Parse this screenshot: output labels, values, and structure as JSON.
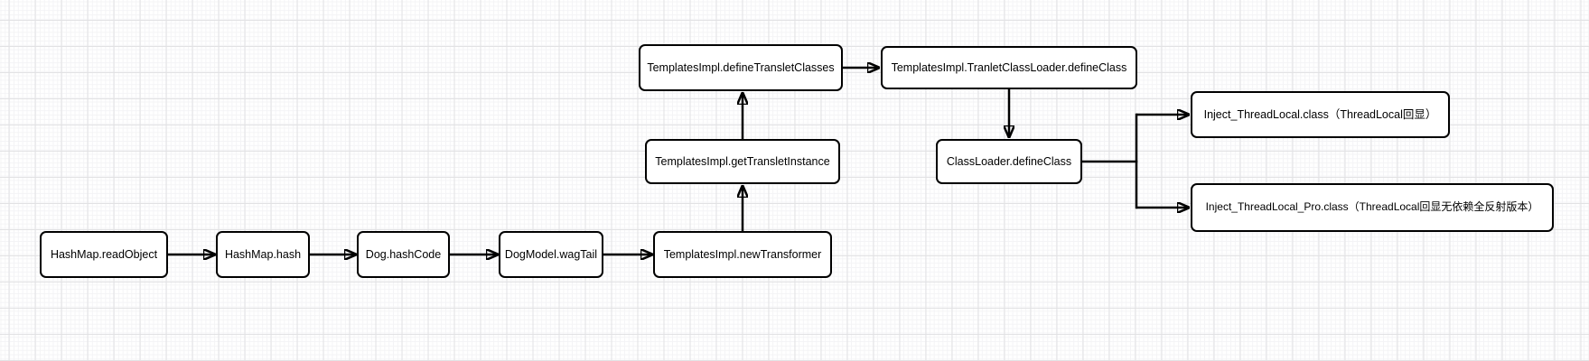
{
  "diagram": {
    "colors": {
      "canvas_bg": "#ffffff",
      "grid_minor": "#f4f4f6",
      "grid_major": "#e2e2e4",
      "node_fill": "#ffffff",
      "node_stroke": "#000000",
      "edge_stroke": "#000000",
      "text": "#000000"
    },
    "nodes": [
      {
        "id": "hashmap-readobject",
        "label": "HashMap.readObject"
      },
      {
        "id": "hashmap-hash",
        "label": "HashMap.hash"
      },
      {
        "id": "dog-hashcode",
        "label": "Dog.hashCode"
      },
      {
        "id": "dogmodel-wagtail",
        "label": "DogModel.wagTail"
      },
      {
        "id": "templatesimpl-newtransformer",
        "label": "TemplatesImpl.newTransformer"
      },
      {
        "id": "templatesimpl-gettransletinstance",
        "label": "TemplatesImpl.getTransletInstance"
      },
      {
        "id": "templatesimpl-definetransletclasses",
        "label": "TemplatesImpl.defineTransletClasses"
      },
      {
        "id": "templatesimpl-tranletclassloader-defineclass",
        "label": "TemplatesImpl.TranletClassLoader.defineClass"
      },
      {
        "id": "classloader-defineclass",
        "label": "ClassLoader.defineClass"
      },
      {
        "id": "inject-threadlocal",
        "label": "Inject_ThreadLocal.class（ThreadLocal回显）"
      },
      {
        "id": "inject-threadlocal-pro",
        "label": "Inject_ThreadLocal_Pro.class（ThreadLocal回显无依赖全反射版本）"
      }
    ],
    "edges": [
      {
        "from": "hashmap-readobject",
        "to": "hashmap-hash"
      },
      {
        "from": "hashmap-hash",
        "to": "dog-hashcode"
      },
      {
        "from": "dog-hashcode",
        "to": "dogmodel-wagtail"
      },
      {
        "from": "dogmodel-wagtail",
        "to": "templatesimpl-newtransformer"
      },
      {
        "from": "templatesimpl-newtransformer",
        "to": "templatesimpl-gettransletinstance"
      },
      {
        "from": "templatesimpl-gettransletinstance",
        "to": "templatesimpl-definetransletclasses"
      },
      {
        "from": "templatesimpl-definetransletclasses",
        "to": "templatesimpl-tranletclassloader-defineclass"
      },
      {
        "from": "templatesimpl-tranletclassloader-defineclass",
        "to": "classloader-defineclass"
      },
      {
        "from": "classloader-defineclass",
        "to": "inject-threadlocal"
      },
      {
        "from": "classloader-defineclass",
        "to": "inject-threadlocal-pro"
      }
    ]
  }
}
